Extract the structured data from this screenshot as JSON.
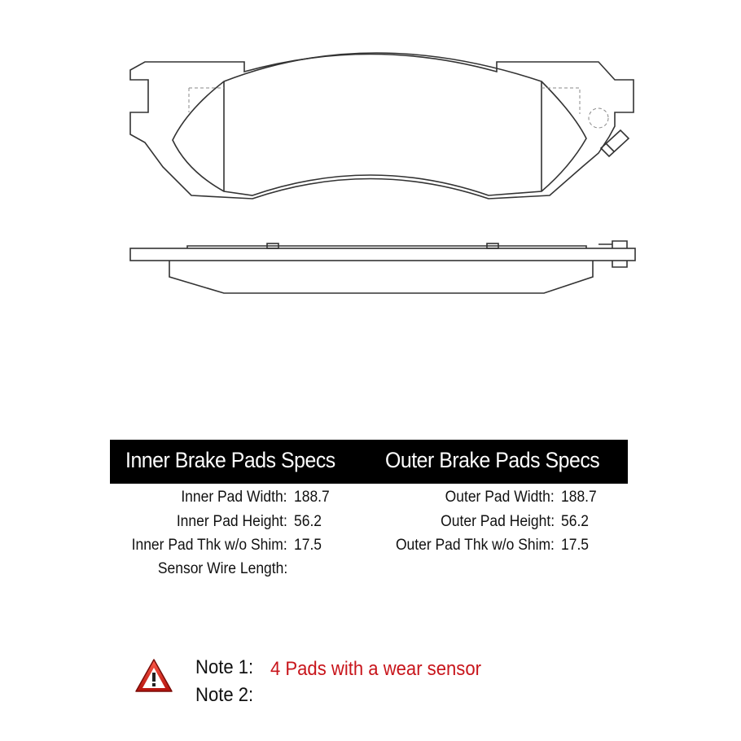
{
  "header": {
    "inner_title": "Inner Brake Pads Specs",
    "outer_title": "Outer Brake Pads Specs"
  },
  "inner_specs": [
    {
      "label": "Inner Pad Width:",
      "value": "188.7"
    },
    {
      "label": "Inner Pad Height:",
      "value": "56.2"
    },
    {
      "label": "Inner Pad Thk w/o Shim:",
      "value": "17.5"
    },
    {
      "label": "Sensor Wire Length:",
      "value": ""
    }
  ],
  "outer_specs": [
    {
      "label": "Outer Pad Width:",
      "value": "188.7"
    },
    {
      "label": "Outer Pad Height:",
      "value": "56.2"
    },
    {
      "label": "Outer Pad Thk w/o Shim:",
      "value": "17.5"
    }
  ],
  "notes": [
    {
      "label": "Note 1:",
      "text": "4 Pads with a wear sensor"
    },
    {
      "label": "Note 2:",
      "text": ""
    }
  ],
  "colors": {
    "header_bg": "#000000",
    "header_text": "#ffffff",
    "note_text": "#c8151b",
    "line": "#333333"
  },
  "icons": {
    "warning": "warning-triangle-icon"
  }
}
